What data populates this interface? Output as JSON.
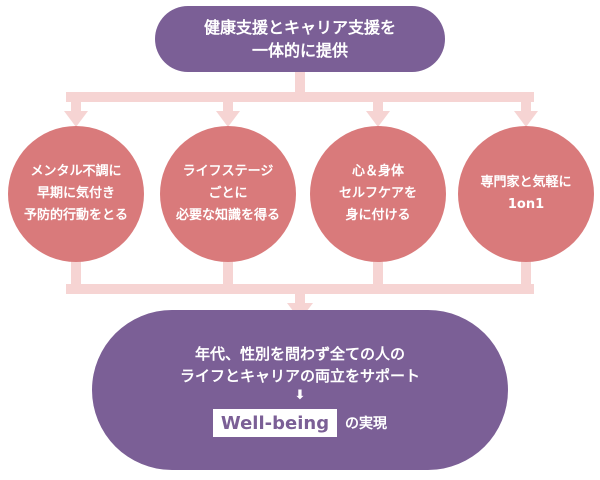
{
  "top": {
    "line1": "健康支援とキャリア支援を",
    "line2": "一体的に提供"
  },
  "circles": [
    {
      "lines": [
        "メンタル不調に",
        "早期に気付き",
        "予防的行動をとる"
      ]
    },
    {
      "lines": [
        "ライフステージ",
        "ごとに",
        "必要な知識を得る"
      ]
    },
    {
      "lines": [
        "心＆身体",
        "セルフケアを",
        "身に付ける"
      ]
    },
    {
      "lines": [
        "専門家と気軽に",
        "1on1"
      ]
    }
  ],
  "bottom": {
    "line1": "年代、性別を問わず全ての人の",
    "line2": "ライフとキャリアの両立をサポート",
    "arrow": "⬇",
    "wellbeing": "Well-being",
    "suffix": "の実現"
  },
  "colors": {
    "purple": "#7b5f96",
    "coral": "#d97a7b",
    "connector": "#f6d4d3"
  }
}
